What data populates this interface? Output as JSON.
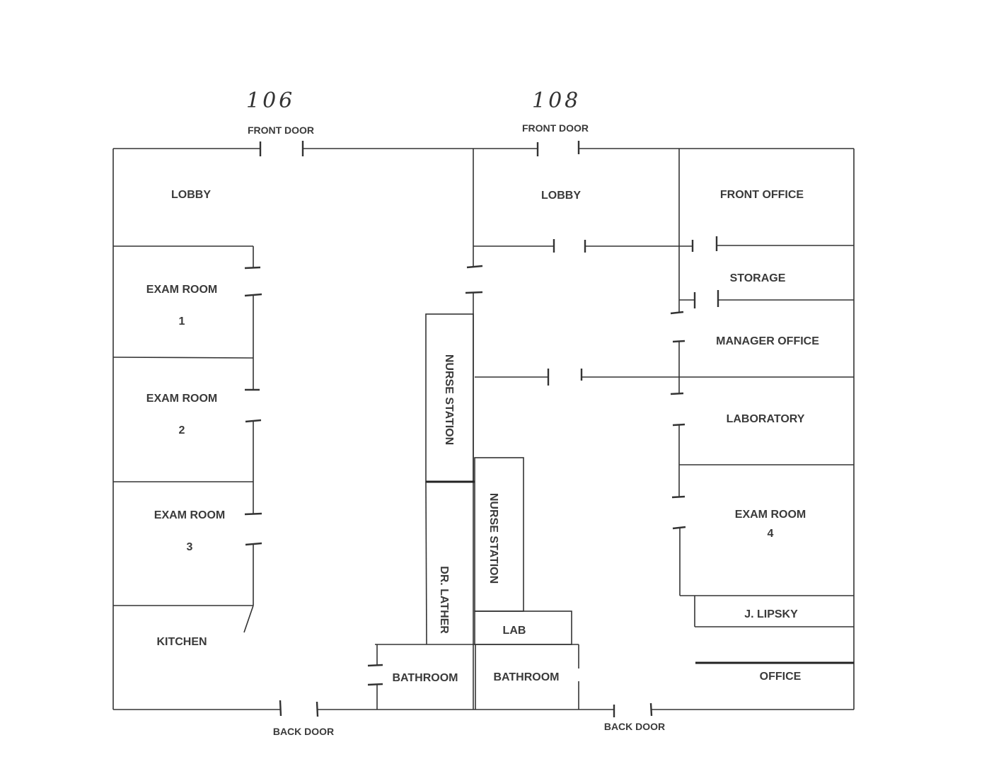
{
  "diagram": {
    "type": "floor-plan",
    "suites": [
      {
        "number": "106",
        "front_door": "FRONT DOOR",
        "back_door": "BACK DOOR"
      },
      {
        "number": "108",
        "front_door": "FRONT DOOR",
        "back_door": "BACK DOOR"
      }
    ],
    "rooms": {
      "lobby_106": "LOBBY",
      "exam1": {
        "name": "EXAM ROOM",
        "num": "1"
      },
      "exam2": {
        "name": "EXAM ROOM",
        "num": "2"
      },
      "exam3": {
        "name": "EXAM ROOM",
        "num": "3"
      },
      "kitchen": "KITCHEN",
      "nurse_station_1": "NURSE STATION",
      "nurse_station_2": "NURSE STATION",
      "dr_lather": "DR. LATHER",
      "lab": "LAB",
      "bathroom_1": "BATHROOM",
      "bathroom_2": "BATHROOM",
      "lobby_108": "LOBBY",
      "front_office": "FRONT OFFICE",
      "storage": "STORAGE",
      "manager_office": "MANAGER OFFICE",
      "laboratory": "LABORATORY",
      "exam4": {
        "name": "EXAM ROOM",
        "num": "4"
      },
      "j_lipsky": "J. LIPSKY",
      "office": "OFFICE"
    }
  }
}
